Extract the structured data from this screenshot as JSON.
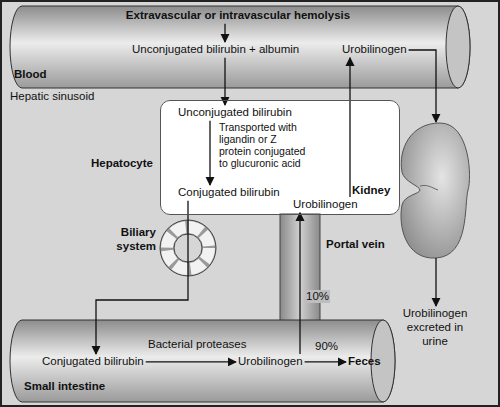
{
  "diagram": {
    "nodes": [
      {
        "text": [
          "Blood",
          "Hepatic sinusoid"
        ]
      },
      {
        "text": [
          "Extravascular or intravascular hemolysis"
        ],
        "in": 0
      },
      {
        "text": [
          "Unconjugated bilirubin + albumin"
        ],
        "in": 0
      },
      {
        "text": [
          "Urobilinogen"
        ],
        "in": 0
      },
      {
        "text": [
          "Hepatocyte"
        ]
      },
      {
        "text": [
          "Unconjugated bilirubin"
        ],
        "in": 4
      },
      {
        "text": [
          "Conjugated bilirubin"
        ],
        "in": 4
      },
      {
        "text": [
          "Urobilinogen"
        ],
        "in": 4
      },
      {
        "text": [
          "Kidney"
        ]
      },
      {
        "text": [
          "Urobilinogen excreted in urine"
        ]
      },
      {
        "text": [
          "Small intestine"
        ]
      },
      {
        "text": [
          "Conjugated bilirubin"
        ],
        "in": 10
      },
      {
        "text": [
          "Urobilinogen"
        ],
        "in": 10
      },
      {
        "text": [
          "Feces"
        ],
        "in": 10
      }
    ],
    "edges": [
      {
        "from": 1,
        "to": 2,
        "arrow": "to"
      },
      {
        "from": 2,
        "to": 5,
        "arrow": "to"
      },
      {
        "from": 5,
        "to": 6,
        "arrow": "to",
        "label": "Transported with ligandin or Z protein conjugated to glucuronic acid"
      },
      {
        "from": 6,
        "to": 11,
        "arrow": "to"
      },
      {
        "from": 11,
        "to": 12,
        "arrow": "to",
        "label": "Bacterial proteases"
      },
      {
        "from": 12,
        "to": 7,
        "arrow": "to",
        "label": "10%"
      },
      {
        "from": 12,
        "to": 13,
        "arrow": "to",
        "label": "90%"
      },
      {
        "from": 7,
        "to": 3,
        "arrow": "to"
      },
      {
        "from": 3,
        "to": 8,
        "arrow": "to"
      },
      {
        "from": 8,
        "to": 9,
        "arrow": "to"
      }
    ],
    "labels": [
      "Biliary system",
      "Portal vein"
    ]
  }
}
